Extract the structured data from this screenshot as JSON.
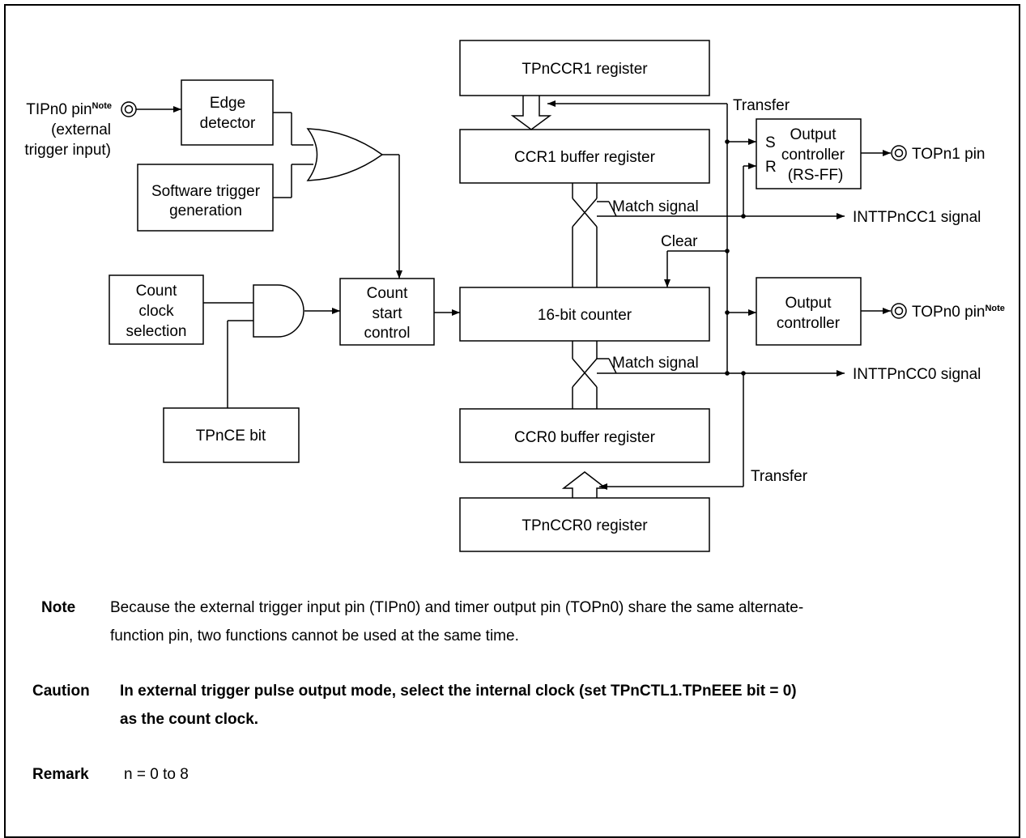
{
  "blocks": {
    "tpnccr1": "TPnCCR1 register",
    "ccr1_buffer": "CCR1 buffer register",
    "counter": "16-bit counter",
    "ccr0_buffer": "CCR0 buffer register",
    "tpnccr0": "TPnCCR0 register",
    "edge_detector": [
      "Edge",
      "detector"
    ],
    "software_trigger": [
      "Software trigger",
      "generation"
    ],
    "count_clock": [
      "Count",
      "clock",
      "selection"
    ],
    "count_start": [
      "Count",
      "start",
      "control"
    ],
    "tpnce_bit": "TPnCE bit",
    "output_controller_rs": [
      "Output",
      "controller",
      "(RS-FF)"
    ],
    "output_controller": [
      "Output",
      "controller"
    ]
  },
  "labels": {
    "tipn0_pin": "TIPn0 pin",
    "tipn0_note": "Note",
    "external": "(external",
    "trigger_input": "trigger input)",
    "transfer_top": "Transfer",
    "transfer_bottom": "Transfer",
    "match_signal_1": "Match signal",
    "match_signal_0": "Match signal",
    "clear": "Clear",
    "s": "S",
    "r": "R",
    "topn1_pin": "TOPn1 pin",
    "topn0_pin": "TOPn0 pin",
    "topn0_note": "Note",
    "inttpncc1": "INTTPnCC1 signal",
    "inttpncc0": "INTTPnCC0 signal"
  },
  "notes": {
    "note_label": "Note",
    "note_line1": "Because the external trigger input pin (TIPn0) and timer output pin (TOPn0) share the same alternate-",
    "note_line2": "function pin, two functions cannot be used at the same time.",
    "caution_label": "Caution",
    "caution_line1": "In external trigger pulse output mode, select the internal clock (set TPnCTL1.TPnEEE bit = 0)",
    "caution_line2": "as the count clock.",
    "remark_label": "Remark",
    "remark_text": "n = 0 to 8"
  }
}
